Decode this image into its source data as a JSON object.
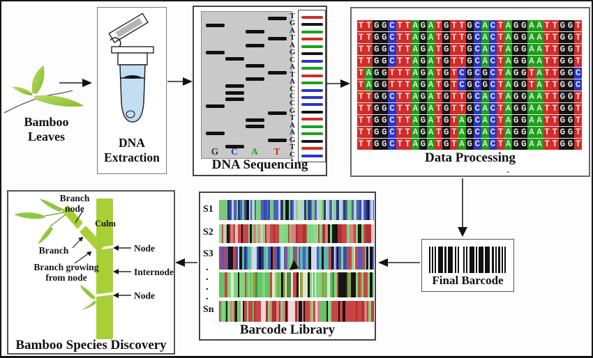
{
  "colors": {
    "base_A": "#17a317",
    "base_T": "#d32b27",
    "base_G": "#141414",
    "base_C": "#2b35c9",
    "band": "#101010",
    "lane_G": "#2f2f2f",
    "lane_C": "#2b35c9",
    "lane_A": "#17a317",
    "lane_T": "#d32b27",
    "culm_green": "#a8cf35",
    "leaf_green_dark": "#86bb2a",
    "leaf_green_light": "#b9dc60",
    "liquid_blue": "#c3def2"
  },
  "bamboo_leaves": {
    "line1": "Bamboo",
    "line2": "Leaves"
  },
  "dna_extraction": {
    "line1": "DNA",
    "line2": "Extraction"
  },
  "dna_sequencing": {
    "caption": "DNA Sequencing",
    "read_sequence": "TGATAGCATACCCGTAAGTC",
    "lanes": [
      "G",
      "C",
      "A",
      "T"
    ]
  },
  "data_processing": {
    "caption": "Data Processing",
    "footnote": "-",
    "alignment_rows": [
      "TTGGCTTAGATGTTGCACTAGGAATTGGT",
      "TTGGCTTAGATGTTGCACTAGGAATTGGT",
      "TTGGCTTAGATGTTGCACTAGGAATTGGT",
      "TTGGCTTAGATGTTGCACTAGGAATTGGT",
      "TAGGTTTAGATGTCGCGCTAGGTATTGGC",
      "TAGGTTTAGATGTCGCGCTAGGTATTGGC",
      "TTGGCTTAGATGTTGCACTAGGAATTGGT",
      "TTGGCTTAGATGTTGCACTAGGAATTGGT",
      "TTGGCTTAGATGTAGCACTAGGAATTGGT",
      "TTGGCTTAGATGTAGCACTAGGAATTGGT",
      "TTGGCTTAGATGTAGCACTAGGAATTGGT"
    ]
  },
  "final_barcode": {
    "caption": "Final Barcode",
    "bars": [
      [
        2,
        2
      ],
      [
        2,
        2
      ],
      [
        2,
        3
      ],
      [
        7,
        2
      ],
      [
        3,
        2
      ],
      [
        7,
        3
      ],
      [
        2,
        2
      ],
      [
        2,
        6
      ],
      [
        2,
        2
      ],
      [
        2,
        3
      ],
      [
        7,
        2
      ],
      [
        2,
        2
      ],
      [
        7,
        2
      ],
      [
        7,
        3
      ],
      [
        3,
        2
      ],
      [
        2,
        2
      ],
      [
        3,
        2
      ],
      [
        2,
        2
      ],
      [
        2,
        0
      ]
    ]
  },
  "barcode_library": {
    "caption": "Barcode Library",
    "dot": ".",
    "strips": [
      {
        "label": "S1",
        "palette": [
          "#4a5fc4",
          "#7fd67f",
          "#2a3580",
          "#79c979",
          "#c6cdf0",
          "#151515",
          "#3b49a8",
          "#a8e0a0"
        ]
      },
      {
        "label": "S2",
        "palette": [
          "#c94444",
          "#7fd67f",
          "#8fda8f",
          "#d98080",
          "#151515",
          "#e8c0c0",
          "#b03030"
        ]
      },
      {
        "label": "S3",
        "palette": [
          "#4a5fc4",
          "#7fd67f",
          "#c94444",
          "#2a3580",
          "#5bb8b0",
          "#151515",
          "#d0d8f0",
          "#3b49a8"
        ]
      },
      {
        "label": "",
        "palette": [
          "#7fd67f",
          "#c94444",
          "#64c364",
          "#9aa23c",
          "#151515",
          "#e0e8c8",
          "#4a8a4a"
        ]
      },
      {
        "label": "Sn",
        "palette": [
          "#c94444",
          "#7fd67f",
          "#d98080",
          "#64c364",
          "#151515",
          "#f0d8d8",
          "#b03030"
        ]
      }
    ]
  },
  "bamboo_discovery": {
    "caption": "Bamboo Species Discovery",
    "labels": {
      "branch_node_line1": "Branch",
      "branch_node_line2": "node",
      "culm": "Culm",
      "branch": "Branch",
      "branch_growing_line1": "Branch growing",
      "branch_growing_line2": "from node",
      "node_top": "Node",
      "internode": "Internode",
      "node_bottom": "Node"
    }
  }
}
